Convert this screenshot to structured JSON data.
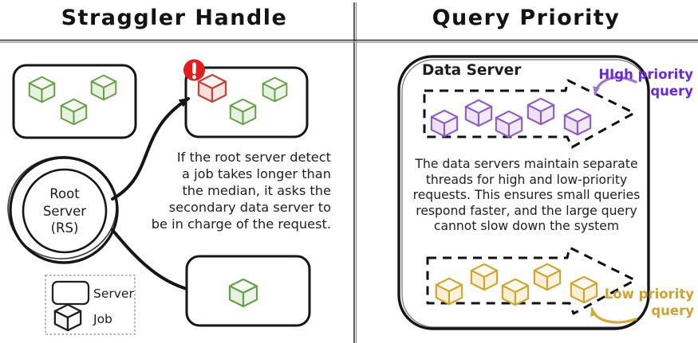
{
  "left_panel": {
    "title": "Straggler Handle",
    "caption": "If the root server detect\na job takes longer than\nthe median, it asks the\nsecondary data server to\nbe in charge of the request.",
    "root_server_label": "Root\nServer\n(RS)",
    "server_top_left": {
      "jobs_ok": 3
    },
    "server_top_right": {
      "jobs_ok": 2,
      "jobs_straggler": 1,
      "has_alert": true
    },
    "server_bottom": {
      "jobs_ok": 1
    },
    "legend": {
      "server_label": "Server",
      "job_label": "Job"
    }
  },
  "right_panel": {
    "title": "Query Priority",
    "data_server_label": "Data Server",
    "caption": "The data servers maintain separate\nthreads for high and low-priority\nrequests. This ensures small queries\nrespond faster, and the large query\ncannot slow down the system",
    "high_priority": {
      "label": "HIgh priority\nquery",
      "jobs": 5
    },
    "low_priority": {
      "label": "Low priority\nquery",
      "jobs": 5
    }
  },
  "colors": {
    "job_ok": "#66a14a",
    "job_straggler": "#c4423c",
    "high_priority": "#6d28d9",
    "low_priority": "#cfa232",
    "alert": "#e11d1d",
    "ink": "#1b1b1b"
  }
}
